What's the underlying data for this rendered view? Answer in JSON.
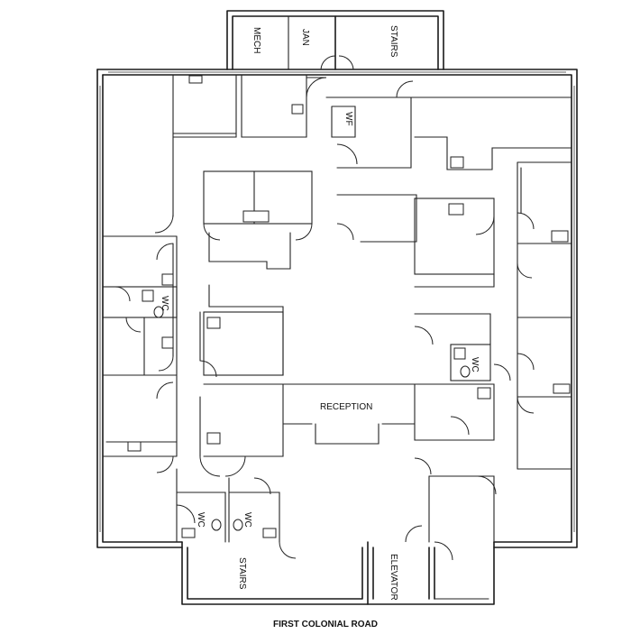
{
  "labels": {
    "mech": "MECH",
    "jan": "JAN",
    "stairs_top": "STAIRS",
    "wf": "WF",
    "wc_left_mid": "WC",
    "wc_right_mid": "WC",
    "reception": "RECEPTION",
    "wc_bottom_left": "WC",
    "wc_bottom_right": "WC",
    "stairs_bottom": "STAIRS",
    "elevator": "ELEVATOR",
    "road": "FIRST COLONIAL ROAD"
  }
}
